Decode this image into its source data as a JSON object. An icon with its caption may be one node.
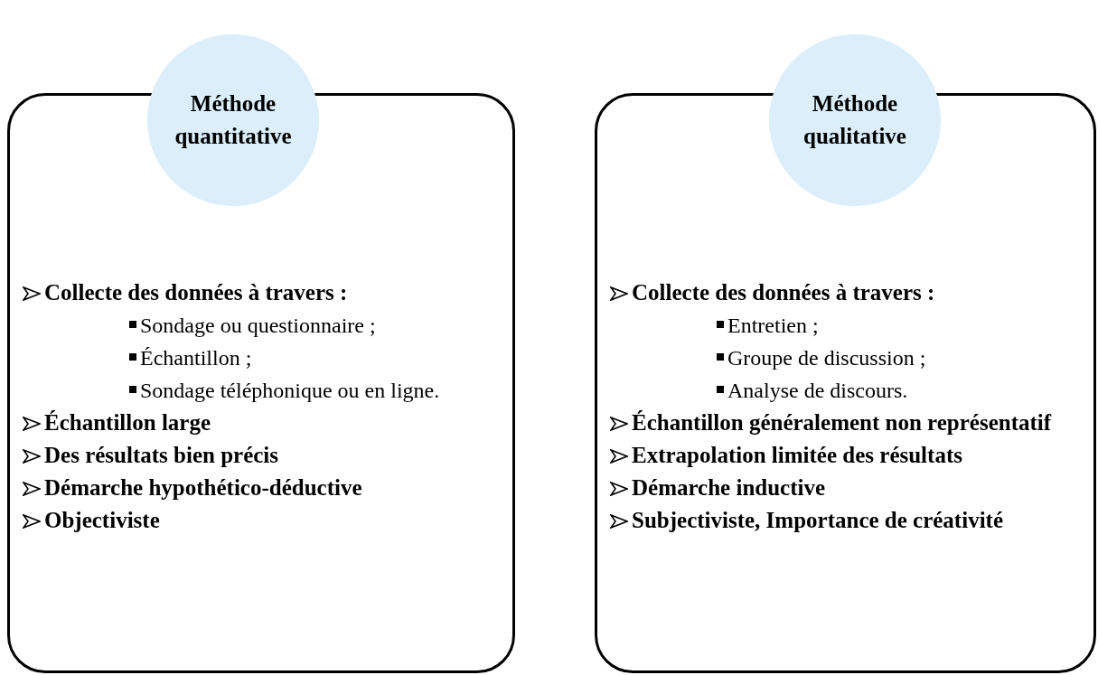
{
  "diagram": {
    "nodes": [
      {
        "text": [
          "Méthode quantitative"
        ]
      },
      {
        "text": [
          "Collecte des données à travers :",
          "Sondage ou questionnaire ;",
          "Échantillon ;",
          "Sondage téléphonique ou en ligne.",
          "Échantillon large",
          "Des résultats bien précis",
          "Démarche hypothético-déductive",
          "Objectiviste"
        ]
      },
      {
        "text": [
          "Méthode qualitative"
        ]
      },
      {
        "text": [
          "Collecte des données à travers :",
          "Entretien ;",
          "Groupe de discussion ;",
          "Analyse de discours.",
          "Échantillon généralement non représentatif",
          "Extrapolation limitée des résultats",
          "Démarche inductive",
          "Subjectiviste, Importance de créativité"
        ]
      }
    ],
    "edges": []
  }
}
